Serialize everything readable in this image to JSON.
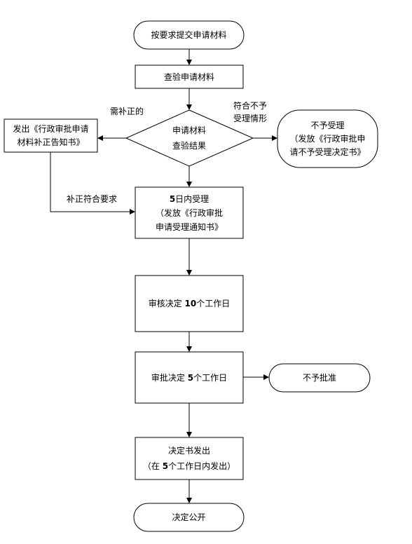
{
  "nodes": {
    "start": "按要求提交申请材料",
    "check_materials": "查验申请材料",
    "decision": {
      "line1": "申请材料",
      "line2": "查验结果"
    },
    "correction_notice": {
      "line1": "发出《行政审批申请",
      "line2": "材料补正告知书》"
    },
    "not_accepted": {
      "line1": "不予受理",
      "line2": "（发放《行政审批申",
      "line3": "请不予受理决定书》"
    },
    "accept": {
      "num": "5",
      "line1": "日内受理",
      "line2": "（发放《行政审批",
      "line3": "申请受理通知书》"
    },
    "review": {
      "prefix": "审核决定 ",
      "num": "10",
      "suffix": "个工作日"
    },
    "approve": {
      "prefix": "审批决定 ",
      "num": "5",
      "suffix": "个工作日"
    },
    "not_approved": "不予批准",
    "issue": {
      "line1": "决定书发出",
      "prefix": "（在 ",
      "num": "5",
      "suffix": "个工作日内发出）"
    },
    "publish": "决定公开"
  },
  "labels": {
    "needs_correction": "需补正的",
    "reject_condition": {
      "line1": "符合不予",
      "line2": "受理情形"
    },
    "correction_ok": "补正符合要求"
  }
}
